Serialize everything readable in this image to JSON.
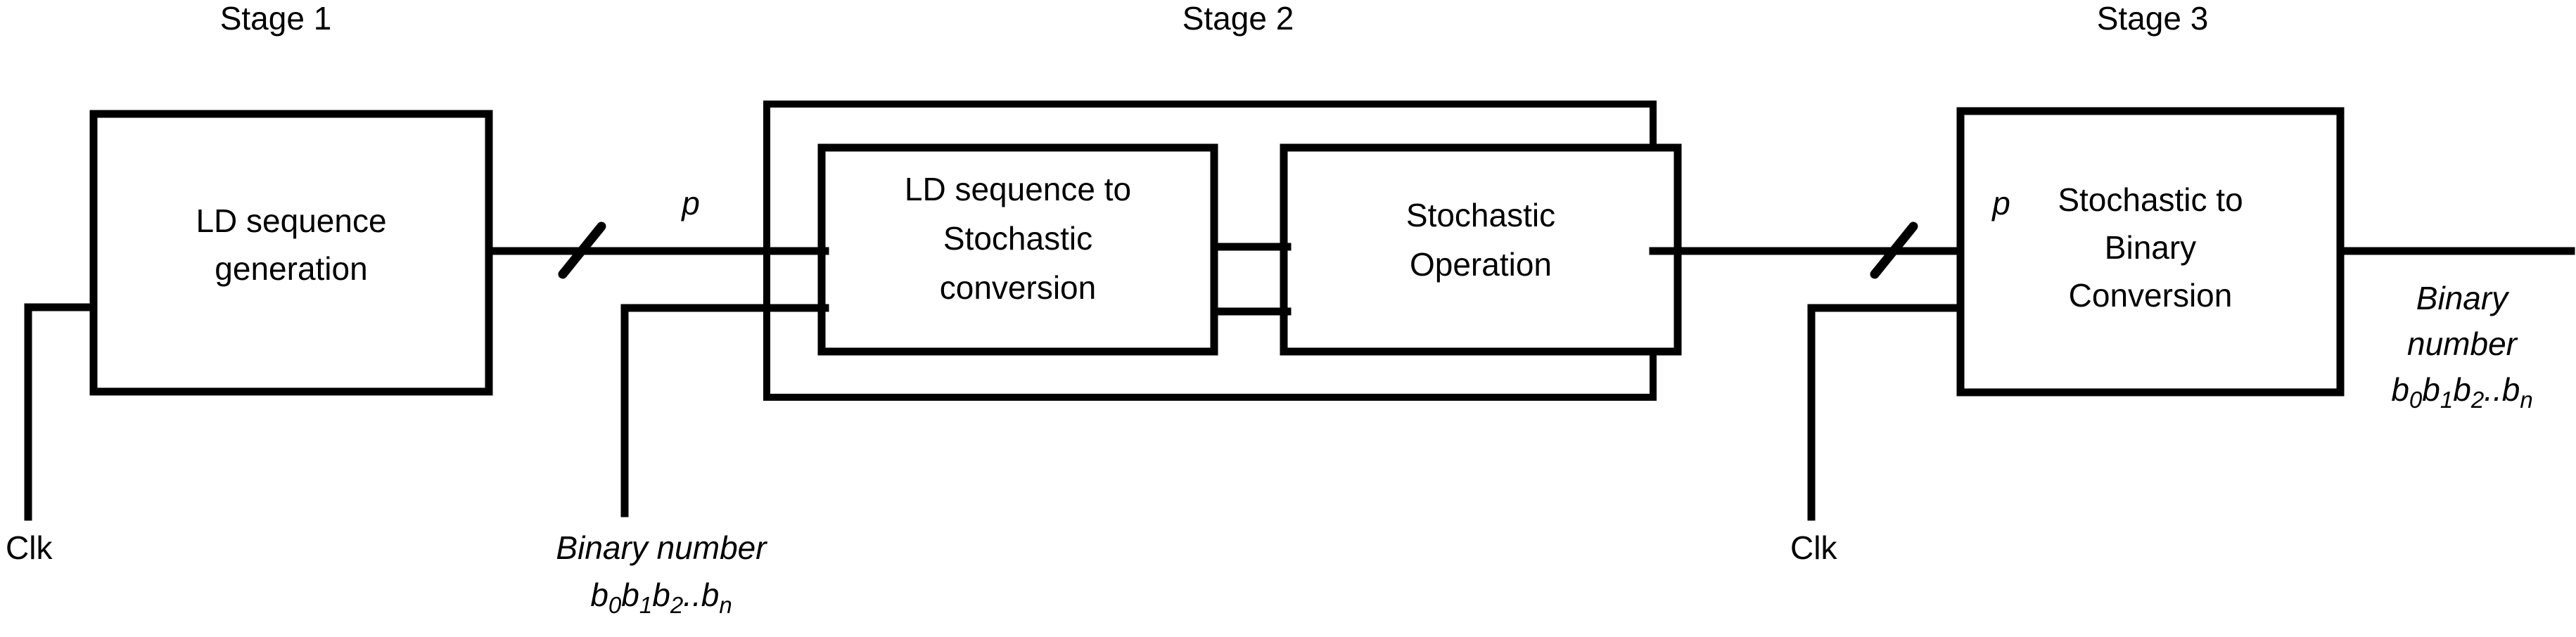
{
  "diagram": {
    "title_absent": true,
    "stages": [
      {
        "id": "stage1",
        "label": "Stage 1"
      },
      {
        "id": "stage2",
        "label": "Stage 2"
      },
      {
        "id": "stage3",
        "label": "Stage 3"
      }
    ],
    "blocks": [
      {
        "id": "ld-sequence-generation",
        "lines": [
          "LD sequence",
          "generation"
        ]
      },
      {
        "id": "ld-to-stochastic",
        "lines": [
          "LD sequence to",
          "Stochastic",
          "conversion"
        ]
      },
      {
        "id": "stochastic-operation",
        "lines": [
          "Stochastic",
          "Operation"
        ]
      },
      {
        "id": "stochastic-to-binary",
        "lines": [
          "Stochastic to",
          "Binary",
          "Conversion"
        ]
      }
    ],
    "bus_labels": [
      {
        "id": "bus-p-stage1-out",
        "label": "p"
      },
      {
        "id": "bus-p-stage2-out",
        "label": "p"
      }
    ],
    "clock_inputs": [
      {
        "id": "clk-stage1",
        "label": "Clk"
      },
      {
        "id": "clk-stage3",
        "label": "Clk"
      }
    ],
    "io_labels": [
      {
        "id": "binary-number-input",
        "line1": "Binary number",
        "bits": [
          {
            "base": "b",
            "sub": "0"
          },
          {
            "base": "b",
            "sub": "1"
          },
          {
            "base": "b",
            "sub": "2"
          },
          {
            "base": "..",
            "sub": ""
          },
          {
            "base": "b",
            "sub": "n"
          }
        ]
      },
      {
        "id": "binary-number-output",
        "line1": "Binary",
        "line2": "number",
        "bits": [
          {
            "base": "b",
            "sub": "0"
          },
          {
            "base": "b",
            "sub": "1"
          },
          {
            "base": "b",
            "sub": "2"
          },
          {
            "base": "..",
            "sub": ""
          },
          {
            "base": "b",
            "sub": "n"
          }
        ]
      }
    ],
    "colors": {
      "stroke": "#000000",
      "background": "#ffffff"
    }
  }
}
